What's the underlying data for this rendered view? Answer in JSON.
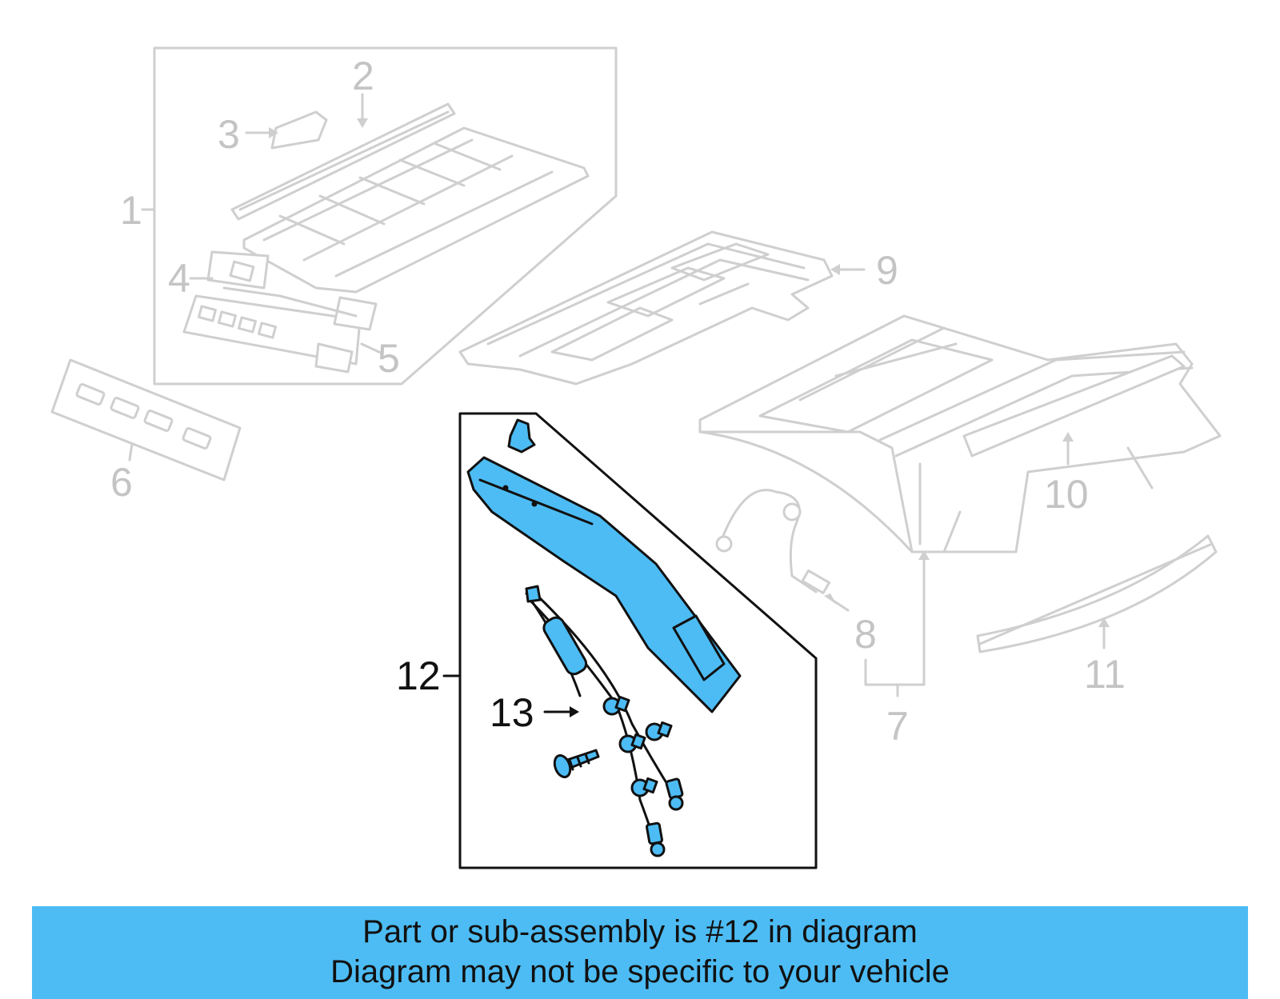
{
  "diagram": {
    "callouts": {
      "c1": "1",
      "c2": "2",
      "c3": "3",
      "c4": "4",
      "c5": "5",
      "c6": "6",
      "c7": "7",
      "c8": "8",
      "c9": "9",
      "c10": "10",
      "c11": "11",
      "c12": "12",
      "c13": "13"
    },
    "highlight_color": "#4dbcf4",
    "highlighted_part": "12"
  },
  "banner": {
    "line1": "Part or sub-assembly is #12 in diagram",
    "line2": "Diagram may not be specific to your vehicle"
  }
}
